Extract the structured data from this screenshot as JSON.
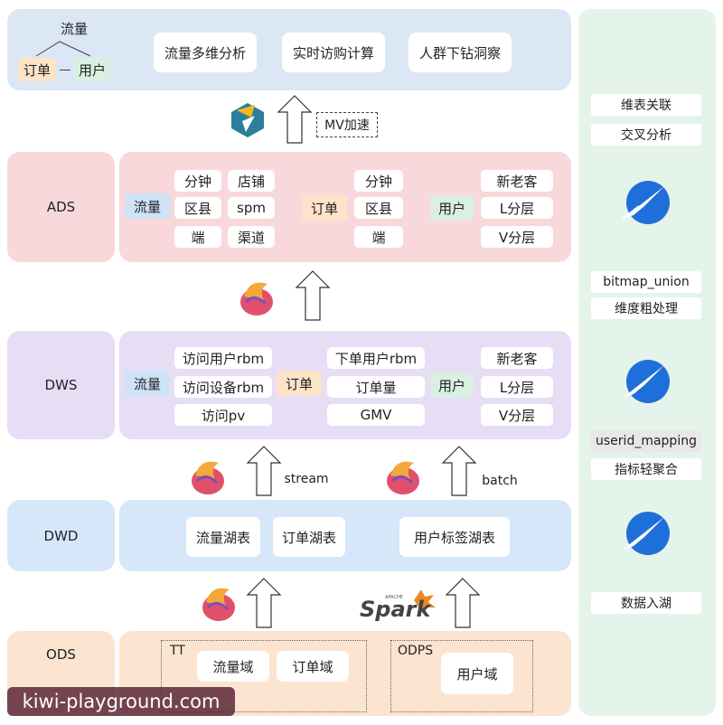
{
  "app_layer": {
    "tree_root": "流量",
    "tree_left": "订单",
    "tree_right": "用户",
    "apps": [
      "流量多维分析",
      "实时访购计算",
      "人群下钻洞察"
    ]
  },
  "mv_label": "MV加速",
  "ads": {
    "label": "ADS",
    "traffic": "流量",
    "traffic_dims": [
      "分钟",
      "店铺",
      "区县",
      "spm",
      "端",
      "渠道"
    ],
    "order": "订单",
    "order_dims": [
      "分钟",
      "区县",
      "端"
    ],
    "user": "用户",
    "user_dims": [
      "新老客",
      "L分层",
      "V分层"
    ]
  },
  "dws": {
    "label": "DWS",
    "traffic": "流量",
    "traffic_items": [
      "访问用户rbm",
      "访问设备rbm",
      "访问pv"
    ],
    "order": "订单",
    "order_items": [
      "下单用户rbm",
      "订单量",
      "GMV"
    ],
    "user": "用户",
    "user_items": [
      "新老客",
      "L分层",
      "V分层"
    ]
  },
  "stream_label": "stream",
  "batch_label": "batch",
  "dwd": {
    "label": "DWD",
    "tables": [
      "流量湖表",
      "订单湖表",
      "用户标签湖表"
    ]
  },
  "ods": {
    "label": "ODS",
    "tt": "TT",
    "tt_items": [
      "流量域",
      "订单域"
    ],
    "odps": "ODPS",
    "odps_items": [
      "用户域"
    ]
  },
  "spark_logo": "APACHE Spark",
  "side": {
    "items": [
      "维表关联",
      "交叉分析",
      "bitmap_union",
      "维度粗处理",
      "userid_mapping",
      "指标轻聚合",
      "数据入湖"
    ]
  },
  "watermark": "kiwi-playground.com",
  "colors": {
    "app": "#dce7f5",
    "ads": "#f8d8da",
    "dws": "#e7ddf4",
    "dwd": "#d6e7f9",
    "ods": "#fbe4d0",
    "side": "#e5f4ea",
    "traffic_tag": "#cfe3f8",
    "order_tag": "#fde3c8",
    "user_tag": "#d9efe2"
  }
}
